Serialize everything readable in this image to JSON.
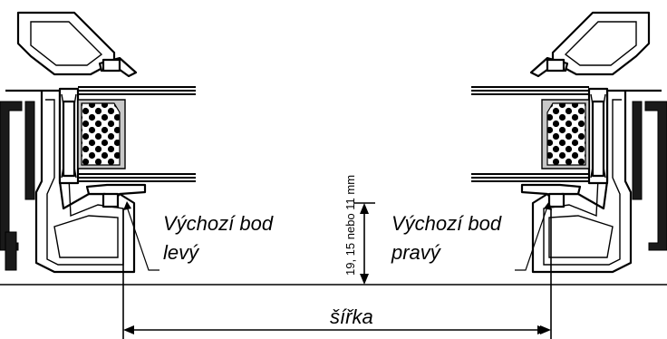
{
  "labels": {
    "left_point_line1": "Výchozí bod",
    "left_point_line2": "levý",
    "right_point_line1": "Výchozí bod",
    "right_point_line2": "pravý",
    "width": "šířka",
    "bead_height": "19, 15 nebo 11 mm"
  }
}
